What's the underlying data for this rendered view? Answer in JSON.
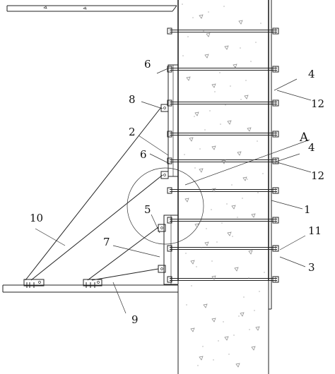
{
  "labels": {
    "callout_4_upper": "4",
    "callout_12_upper": "12",
    "callout_6_upper": "6",
    "callout_8": "8",
    "callout_2": "2",
    "callout_A": "A",
    "callout_6_lower": "6",
    "callout_4_lower": "4",
    "callout_12_lower": "12",
    "callout_1": "1",
    "callout_10": "10",
    "callout_5": "5",
    "callout_11": "11",
    "callout_7": "7",
    "callout_3": "3",
    "callout_9": "9"
  },
  "colors": {
    "line": "#222222",
    "concrete_speckle": "#888888",
    "background": "#ffffff"
  }
}
